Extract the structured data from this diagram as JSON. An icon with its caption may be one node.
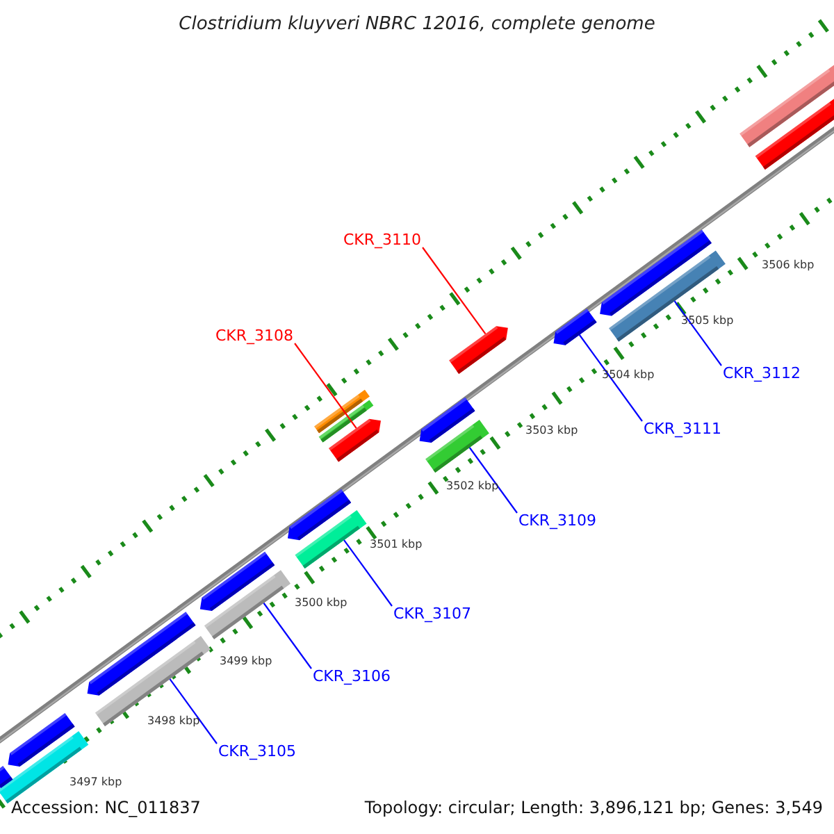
{
  "diagram": {
    "title": "Clostridium kluyveri NBRC 12016, complete genome",
    "nodes": [
      {
        "text": [
          "CKR_3110"
        ]
      },
      {
        "text": [
          "CKR_3108"
        ]
      },
      {
        "text": [
          "CKR_3112"
        ]
      },
      {
        "text": [
          "CKR_3111"
        ]
      },
      {
        "text": [
          "CKR_3109"
        ]
      },
      {
        "text": [
          "CKR_3107"
        ]
      },
      {
        "text": [
          "CKR_3106"
        ]
      },
      {
        "text": [
          "CKR_3105"
        ]
      },
      {
        "text": [],
        "shape": "bar"
      },
      {
        "text": [],
        "shape": "bar"
      },
      {
        "text": [],
        "shape": "bar"
      },
      {
        "text": [],
        "shape": "bar"
      },
      {
        "text": [],
        "shape": "bar"
      },
      {
        "text": [],
        "shape": "bar"
      },
      {
        "text": [],
        "shape": "bar"
      },
      {
        "text": [],
        "shape": "bar"
      },
      {
        "text": [],
        "shape": "bar"
      },
      {
        "text": [],
        "shape": "bar"
      },
      {
        "text": [],
        "shape": "bar"
      },
      {
        "text": [],
        "shape": "bar"
      },
      {
        "text": [],
        "shape": "bar"
      },
      {
        "text": [],
        "shape": "bar"
      },
      {
        "text": [],
        "shape": "bar"
      },
      {
        "text": [],
        "shape": "bar"
      },
      {
        "text": [],
        "shape": "bar"
      },
      {
        "text": [],
        "shape": "bar"
      },
      {
        "text": [],
        "shape": "bar"
      },
      {
        "text": [],
        "shape": "bar"
      }
    ],
    "edges": [
      {
        "from": 0,
        "to": 8,
        "arrow": "none",
        "color": "#ff0000"
      },
      {
        "from": 1,
        "to": 9,
        "arrow": "none",
        "color": "#ff0000"
      },
      {
        "from": 2,
        "to": 10,
        "arrow": "none"
      },
      {
        "from": 3,
        "to": 11,
        "arrow": "none"
      },
      {
        "from": 4,
        "to": 12,
        "arrow": "none"
      },
      {
        "from": 5,
        "to": 13,
        "arrow": "none"
      },
      {
        "from": 6,
        "to": 14,
        "arrow": "none"
      },
      {
        "from": 7,
        "to": 15,
        "arrow": "none"
      }
    ],
    "labels": [
      "3506 kbp",
      "3505 kbp",
      "3504 kbp",
      "3503 kbp",
      "3502 kbp",
      "3501 kbp",
      "3500 kbp",
      "3499 kbp",
      "3498 kbp",
      "3497 kbp",
      "Accession: NC_011837",
      "Topology: circular; Length: 3,896,121 bp; Genes: 3,549"
    ]
  }
}
